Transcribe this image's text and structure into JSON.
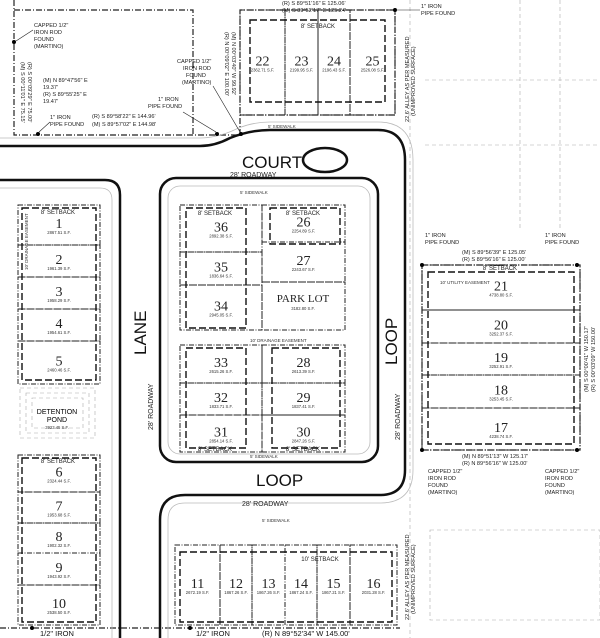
{
  "roads": {
    "court": "COURT",
    "lane": "LANE",
    "loop": "LOOP",
    "roadway": "28' ROADWAY",
    "sidewalk": "5' SIDEWALK"
  },
  "setbacks": {
    "eight": "8' SETBACK",
    "ten": "10' SETBACK"
  },
  "easements": {
    "utility": "10' UTILITY EASEMENT",
    "drainage": "10' DRAINAGE EASEMENT"
  },
  "alley": {
    "line1": "22.6' ALLEY AS PER MEASURED",
    "line2": "(UNIMPROVED SURFACE)"
  },
  "monuments": {
    "capped_rod": [
      "CAPPED 1/2\"",
      "IRON ROD",
      "FOUND",
      "(MARTINO)"
    ],
    "iron_pipe": [
      "1\" IRON",
      "PIPE FOUND"
    ],
    "half_iron": "1/2\" IRON"
  },
  "bearings": {
    "west_r": "(R) S 00°09'29\" E  75.00'",
    "west_m": "(M) S 00°11'01\" E  75.15'",
    "short_m": "(M) N 89°47'56\" E",
    "short_m_dist": "19.37'",
    "short_r": "(R) S 89°55'25\" E",
    "short_r_dist": "19.47'",
    "south_r": "(R) S 89°58'22\" E  144.96'",
    "south_m": "(M) S 89°57'02\" E  144.98'",
    "east_r": "(R) N 00°09'02\" E  100.00'",
    "east_m": "(M) N 00°03'40\" W  99.92'",
    "top_r": "(R) S 89°51'16\" E  125.06'",
    "top_m": "(M) S 89°52'17\" E  125.24'",
    "right_top_m": "(M) S 89°56'39\" E  125.05'",
    "right_top_r": "(R) S 89°56'16\" E  125.00'",
    "right_bot_m": "(M) N 89°51'13\" W  125.17'",
    "right_bot_r": "(R) N 89°56'16\" W  125.00'",
    "right_side_m": "(M) S 00°00'41\" W  150.17'",
    "right_side_r": "(R) S 00°03'09\" W  150.00'",
    "bottom_r": "(R) N 89°52'34\" W  145.00'"
  },
  "lots": [
    {
      "number": "1",
      "area": "2867.51 S.F."
    },
    {
      "number": "2",
      "area": "1961.39 S.F."
    },
    {
      "number": "3",
      "area": "1958.29 S.F."
    },
    {
      "number": "4",
      "area": "1954.61 S.F."
    },
    {
      "number": "5",
      "area": "2460.46 S.F."
    },
    {
      "number": "6",
      "area": "2324.44 S.F."
    },
    {
      "number": "7",
      "area": "1953.68 S.F."
    },
    {
      "number": "8",
      "area": "1902.32 S.F."
    },
    {
      "number": "9",
      "area": "1943.92 S.F."
    },
    {
      "number": "10",
      "area": "2538.50 S.F."
    },
    {
      "number": "11",
      "area": "2672.19 S.F."
    },
    {
      "number": "12",
      "area": "1867.26 S.F."
    },
    {
      "number": "13",
      "area": "1867.26 S.F."
    },
    {
      "number": "14",
      "area": "1867.24 S.F."
    },
    {
      "number": "15",
      "area": "1867.21 S.F."
    },
    {
      "number": "16",
      "area": "2031.28 S.F."
    },
    {
      "number": "17",
      "area": "4238.74 S.F."
    },
    {
      "number": "18",
      "area": "3253.45 S.F."
    },
    {
      "number": "19",
      "area": "3252.91 S.F."
    },
    {
      "number": "20",
      "area": "3252.37 S.F."
    },
    {
      "number": "21",
      "area": "4738.80 S.F."
    },
    {
      "number": "22",
      "area": "2362.71 S.F."
    },
    {
      "number": "23",
      "area": "2199.95 S.F."
    },
    {
      "number": "24",
      "area": "2196.43 S.F."
    },
    {
      "number": "25",
      "area": "2526.08 S.F."
    },
    {
      "number": "26",
      "area": "2254.89 S.F."
    },
    {
      "number": "27",
      "area": "2243.67 S.F."
    },
    {
      "number": "28",
      "area": "2613.39 S.F."
    },
    {
      "number": "29",
      "area": "1837.41 S.F."
    },
    {
      "number": "30",
      "area": "2847.26 S.F."
    },
    {
      "number": "31",
      "area": "2854.14 S.F."
    },
    {
      "number": "32",
      "area": "1833.71 S.F."
    },
    {
      "number": "33",
      "area": "2615.26 S.F."
    },
    {
      "number": "34",
      "area": "2945.05 S.F."
    },
    {
      "number": "35",
      "area": "1836.64 S.F."
    },
    {
      "number": "36",
      "area": "2892.38 S.F."
    }
  ],
  "park_lot": {
    "label": "PARK LOT",
    "area": "3182.80 S.F."
  },
  "detention_pond": {
    "line1": "DETENTION",
    "line2": "POND",
    "area": "3923.45 S.F."
  }
}
